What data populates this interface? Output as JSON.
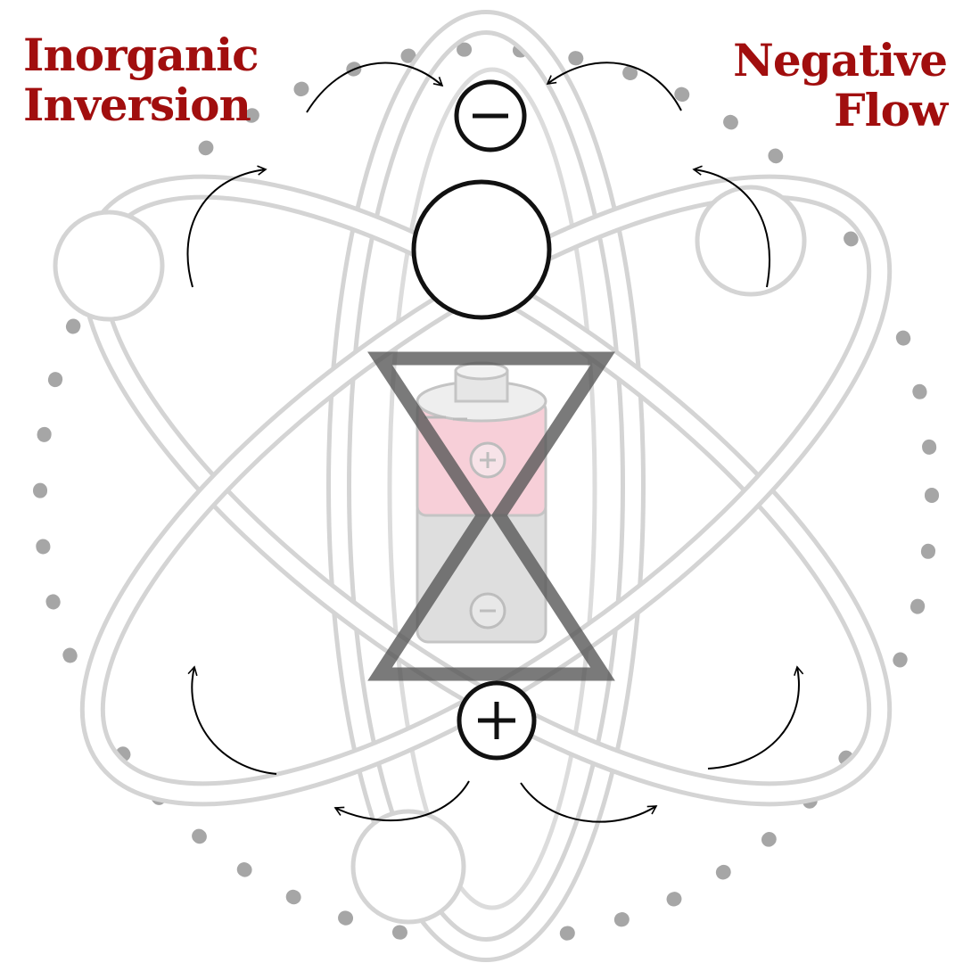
{
  "titles": {
    "left_line1": "Inorganic",
    "left_line2": "Inversion",
    "right_line1": "Negative",
    "right_line2": "Flow"
  },
  "symbols": {
    "top_charge": "negative-sign",
    "bottom_charge": "positive-sign",
    "battery_top_terminal": "positive-sign",
    "battery_bottom_terminal": "negative-sign"
  },
  "colors": {
    "title": "#a10e0e",
    "orbit": "#d6d6d6",
    "dots": "#a6a6a6",
    "hourglass": "#6a6a6a",
    "battery_top": "#f4b9c6",
    "battery_bottom": "#cfcfcf",
    "charge_stroke": "#111111"
  },
  "icons": [
    "atom-orbits",
    "battery-icon",
    "hourglass-icon",
    "minus-circle-icon",
    "plus-circle-icon",
    "curved-arrow-icon"
  ]
}
